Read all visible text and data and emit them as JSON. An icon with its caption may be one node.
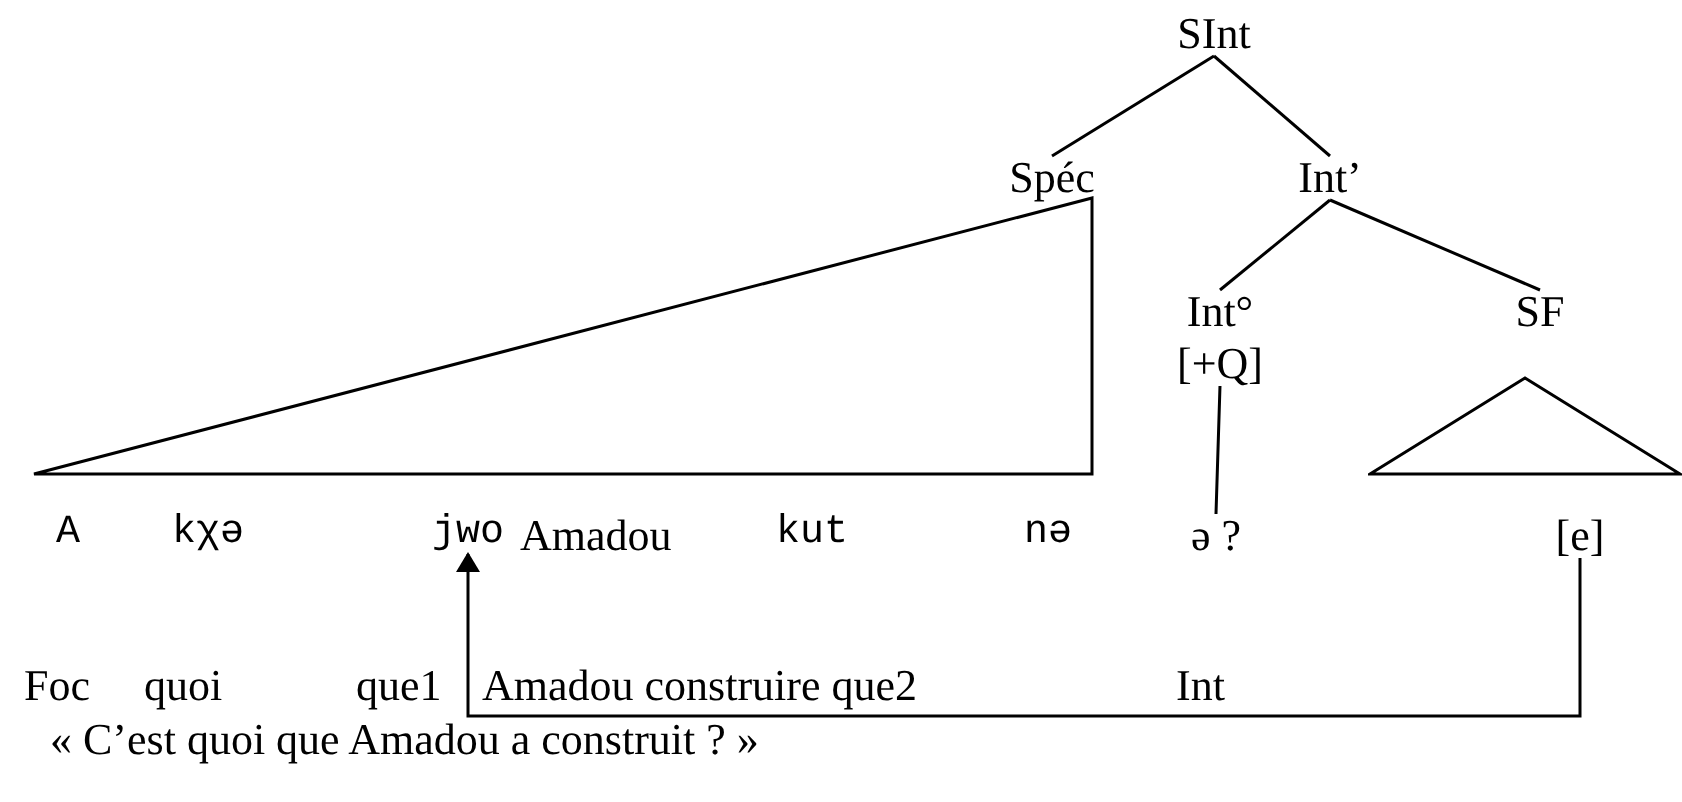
{
  "diagram": {
    "nodes": [
      {
        "text": [
          "SInt"
        ]
      },
      {
        "text": [
          "Spéc"
        ]
      },
      {
        "text": [
          "Int’"
        ]
      },
      {
        "text": [
          "Int°",
          "[+Q]"
        ]
      },
      {
        "text": [
          "SF"
        ]
      },
      {
        "text": [],
        "shape": "triangle"
      },
      {
        "text": [],
        "shape": "triangle"
      },
      {
        "text": [
          "jwo"
        ]
      },
      {
        "text": [
          "ə ?"
        ]
      },
      {
        "text": [
          "[e]"
        ]
      }
    ],
    "edges": [
      {
        "from": 0,
        "to": 1,
        "arrow": "none"
      },
      {
        "from": 0,
        "to": 2,
        "arrow": "none"
      },
      {
        "from": 2,
        "to": 3,
        "arrow": "none"
      },
      {
        "from": 2,
        "to": 4,
        "arrow": "none"
      },
      {
        "from": 3,
        "to": 8,
        "arrow": "none"
      },
      {
        "from": 9,
        "to": 7,
        "arrow": "to"
      }
    ],
    "labels": [
      "A",
      "kχə",
      "Amadou",
      "kut",
      "nə",
      "Foc",
      "quoi",
      "que1",
      "Amadou construire que2",
      "Int",
      "« C’est quoi que Amadou a construit ? »"
    ]
  }
}
